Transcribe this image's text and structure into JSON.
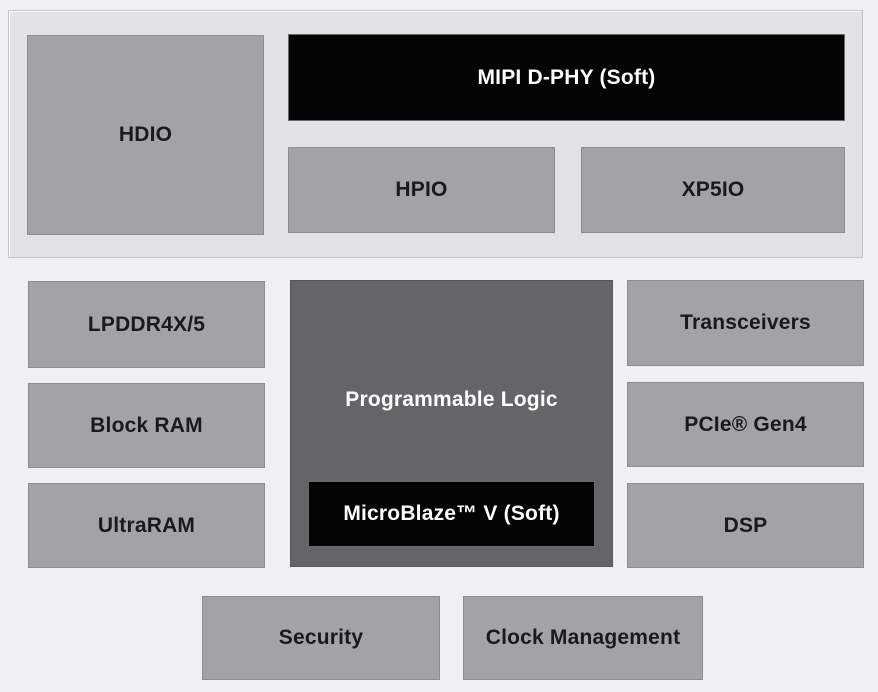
{
  "colors": {
    "page_bg": "#f0f0f3",
    "io_container_bg": "#e3e3e5",
    "io_container_border": "#c3c3c6",
    "block_gray": "#a3a3a6",
    "block_gray_border": "#8d8d90",
    "block_dark": "#656568",
    "block_dark_border": "#58585b",
    "block_black": "#040404",
    "block_black_border": "#6a6a6d",
    "text_dark": "#1a1a1c",
    "text_light": "#ffffff"
  },
  "blocks": {
    "hdio": {
      "label": "HDIO"
    },
    "mipi_dphy": {
      "label": "MIPI D-PHY (Soft)"
    },
    "hpio": {
      "label": "HPIO"
    },
    "xp5io": {
      "label": "XP5IO"
    },
    "lpddr": {
      "label": "LPDDR4X/5"
    },
    "block_ram": {
      "label": "Block RAM"
    },
    "ultraram": {
      "label": "UltraRAM"
    },
    "programmable_logic": {
      "label": "Programmable Logic"
    },
    "microblaze": {
      "label": "MicroBlaze™ V (Soft)"
    },
    "transceivers": {
      "label": "Transceivers"
    },
    "pcie_gen4": {
      "label": "PCIe® Gen4"
    },
    "dsp": {
      "label": "DSP"
    },
    "security": {
      "label": "Security"
    },
    "clock_management": {
      "label": "Clock Management"
    }
  }
}
